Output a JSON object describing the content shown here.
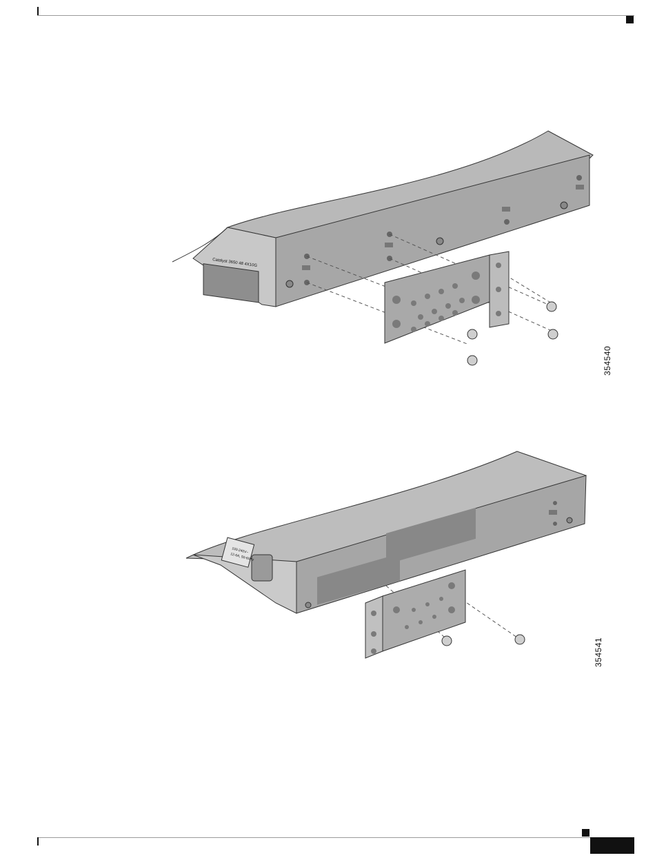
{
  "figures": [
    {
      "id": "354540",
      "front_model_label": "Catalyst 3650 48 4X10G"
    },
    {
      "id": "354541",
      "rear_label_lines": [
        "100-240V~",
        "12-6A, 50-60Hz"
      ]
    }
  ]
}
